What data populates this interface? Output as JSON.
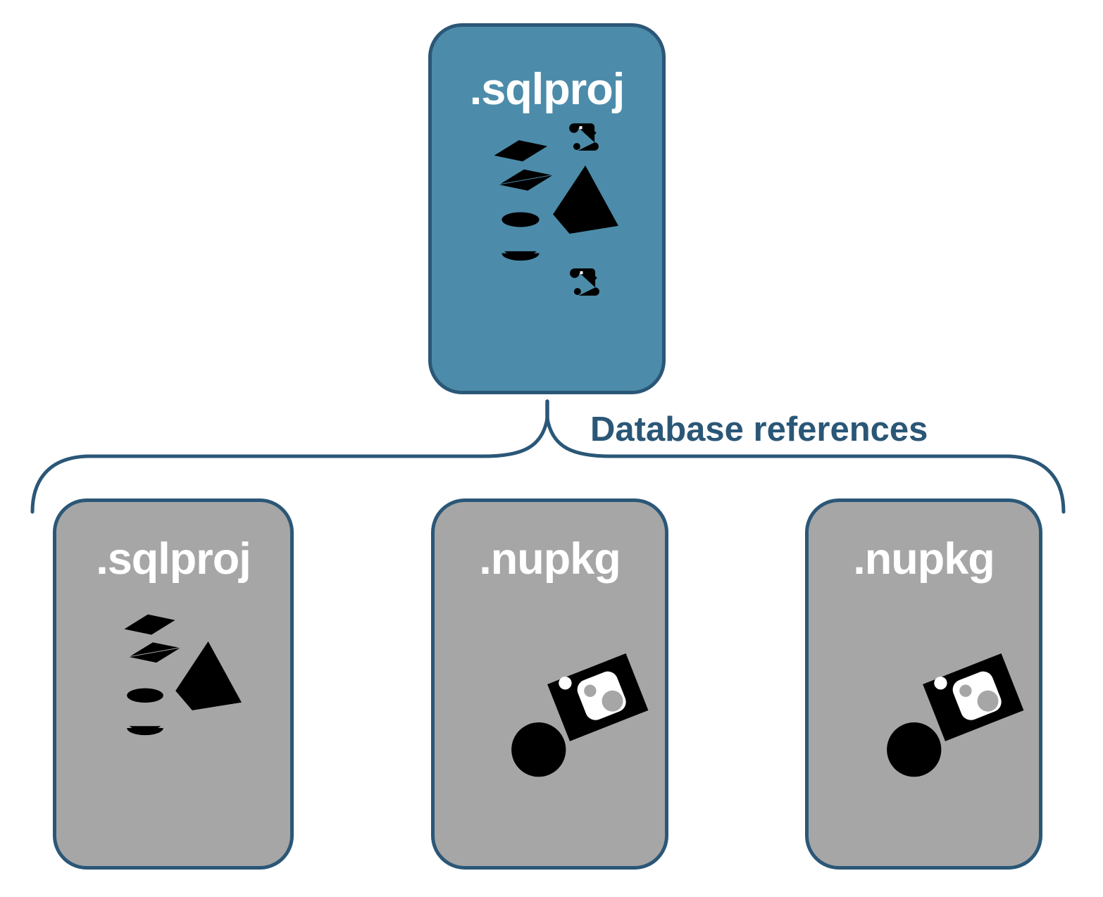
{
  "diagram": {
    "connector": {
      "label": "Database references"
    },
    "cards": [
      {
        "label": ".sqlproj",
        "variant": "accent",
        "icons": [
          "scroll-icon",
          "cube-icon",
          "pyramid-icon",
          "cylinder-icon",
          "scroll-icon"
        ]
      },
      {
        "label": ".sqlproj",
        "variant": "neutral",
        "icons": [
          "cube-icon",
          "pyramid-icon",
          "cylinder-icon"
        ]
      },
      {
        "label": ".nupkg",
        "variant": "neutral",
        "icons": [
          "hand-truck-package-icon"
        ]
      },
      {
        "label": ".nupkg",
        "variant": "neutral",
        "icons": [
          "hand-truck-package-icon"
        ]
      }
    ],
    "colors": {
      "accent_card_fill": "#4C8CAA",
      "neutral_card_fill": "#A6A6A6",
      "outline": "#2B5777",
      "card_text": "#FFFFFF",
      "label_text": "#2B5777",
      "background": "#FFFFFF"
    }
  }
}
